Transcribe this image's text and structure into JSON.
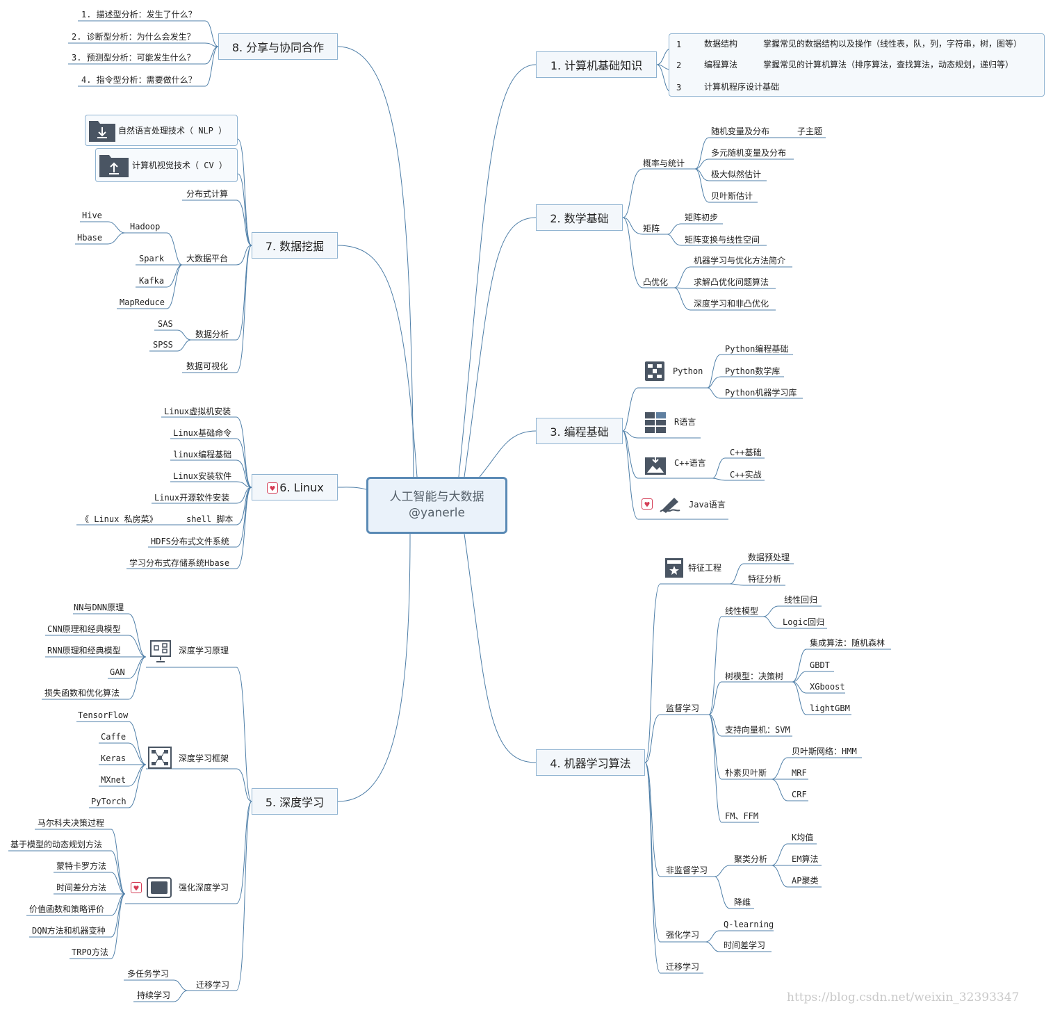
{
  "center": {
    "title": "人工智能与大数据",
    "subtitle": "@yanerle"
  },
  "b1": {
    "label": "1. 计算机基础知识",
    "rows": [
      {
        "num": "1",
        "name": "数据结构",
        "desc": "掌握常见的数据结构以及操作（线性表，队，列，字符串，树，图等）"
      },
      {
        "num": "2",
        "name": "编程算法",
        "desc": "掌握常见的计算机算法（排序算法，查找算法，动态规划，递归等）"
      },
      {
        "num": "3",
        "name": "计算机程序设计基础",
        "desc": ""
      }
    ]
  },
  "b2": {
    "label": "2. 数学基础",
    "prob": "概率与统计",
    "rv": "随机变量及分布",
    "sub": "子主题",
    "mrv": "多元随机变量及分布",
    "mle": "极大似然估计",
    "bayes": "贝叶斯估计",
    "matrix": "矩阵",
    "m1": "矩阵初步",
    "m2": "矩阵变换与线性空间",
    "convex": "凸优化",
    "c1": "机器学习与优化方法简介",
    "c2": "求解凸优化问题算法",
    "c3": "深度学习和非凸优化"
  },
  "b3": {
    "label": "3. 编程基础",
    "python": "Python",
    "p1": "Python编程基础",
    "p2": "Python数学库",
    "p3": "Python机器学习库",
    "r": "R语言",
    "cpp": "C++语言",
    "cpp1": "C++基础",
    "cpp2": "C++实战",
    "java": "Java语言"
  },
  "b4": {
    "label": "4. 机器学习算法",
    "fe": "特征工程",
    "fe1": "数据预处理",
    "fe2": "特征分析",
    "sup": "监督学习",
    "lin": "线性模型",
    "lin1": "线性回归",
    "lin2": "Logic回归",
    "tree": "树模型：决策树",
    "t1": "集成算法：随机森林",
    "t2": "GBDT",
    "t3": "XGboost",
    "t4": "lightGBM",
    "svm": "支持向量机：SVM",
    "nb": "朴素贝叶斯",
    "nb1": "贝叶斯网络：HMM",
    "nb2": "MRF",
    "nb3": "CRF",
    "fm": "FM、FFM",
    "unsup": "非监督学习",
    "clu": "聚类分析",
    "k": "K均值",
    "em": "EM算法",
    "ap": "AP聚类",
    "dr": "降维",
    "rl": "强化学习",
    "q": "Q-learning",
    "td": "时间差学习",
    "tl": "迁移学习"
  },
  "b5": {
    "label": "5. 深度学习",
    "dp": "深度学习原理",
    "dp1": "NN与DNN原理",
    "dp2": "CNN原理和经典模型",
    "dp3": "RNN原理和经典模型",
    "dp4": "GAN",
    "dp5": "损失函数和优化算法",
    "df": "深度学习框架",
    "df1": "TensorFlow",
    "df2": "Caffe",
    "df3": "Keras",
    "df4": "MXnet",
    "df5": "PyTorch",
    "rl": "强化深度学习",
    "r1": "马尔科夫决策过程",
    "r2": "基于模型的动态规划方法",
    "r3": "蒙特卡罗方法",
    "r4": "时间差分方法",
    "r5": "价值函数和策略评价",
    "r6": "DQN方法和机器变种",
    "r7": "TRPO方法",
    "tl": "迁移学习",
    "tl1": "多任务学习",
    "tl2": "持续学习"
  },
  "b6": {
    "label": "6. Linux",
    "l1": "Linux虚拟机安装",
    "l2": "Linux基础命令",
    "l3": "linux编程基础",
    "l4": "Linux安装软件",
    "l5": "Linux开源软件安装",
    "l6": "shell 脚本",
    "l6a": "《 Linux 私房菜》",
    "l7": "HDFS分布式文件系统",
    "l8": "学习分布式存储系统Hbase"
  },
  "b7": {
    "label": "7. 数据挖掘",
    "nlp": "自然语言处理技术（ NLP ）",
    "cv": "计算机视觉技术（ CV ）",
    "dist": "分布式计算",
    "bdp": "大数据平台",
    "hadoop": "Hadoop",
    "hive": "Hive",
    "hbase": "Hbase",
    "spark": "Spark",
    "kafka": "Kafka",
    "mr": "MapReduce",
    "da": "数据分析",
    "sas": "SAS",
    "spss": "SPSS",
    "viz": "数据可视化"
  },
  "b8": {
    "label": "8. 分享与协同合作",
    "a1": "1. 描述型分析：发生了什么？",
    "a2": "2. 诊断型分析：为什么会发生？",
    "a3": "3. 预测型分析：可能发生什么？",
    "a4": "4. 指令型分析：需要做什么？"
  },
  "watermark": "https://blog.csdn.net/weixin_32393347",
  "colors": {
    "line": "#4f7fa8",
    "border": "#8fb3d1",
    "heart": "#d43c55",
    "icon": "#4a5563"
  }
}
